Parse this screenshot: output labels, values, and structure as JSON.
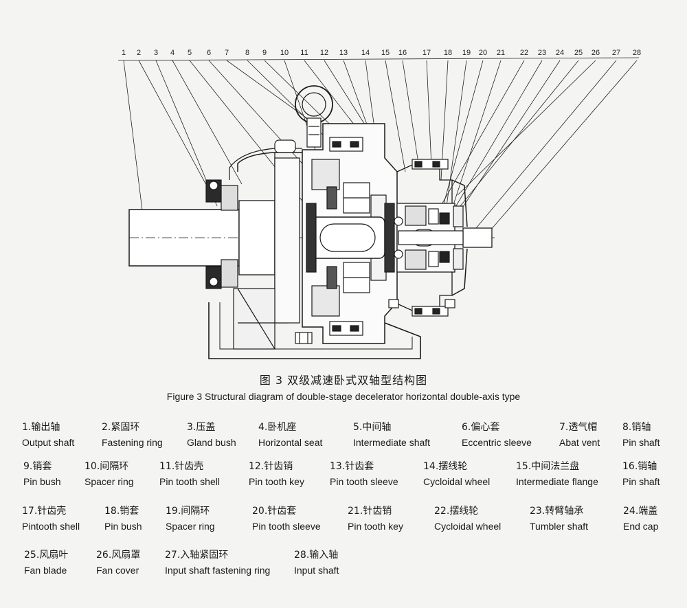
{
  "figure": {
    "caption_cn": "图 3 双级减速卧式双轴型结构图",
    "caption_en": "Figure 3 Structural diagram of double-stage decelerator horizontal double-axis type"
  },
  "callout_numbers": [
    "1",
    "2",
    "3",
    "4",
    "5",
    "6",
    "7",
    "8",
    "9",
    "10",
    "11",
    "12",
    "13",
    "14",
    "15",
    "16",
    "17",
    "18",
    "19",
    "20",
    "21",
    "22",
    "23",
    "24",
    "25",
    "26",
    "27",
    "28"
  ],
  "parts": [
    {
      "cn": "1.输出轴",
      "en": "Output shaft"
    },
    {
      "cn": "2.紧固环",
      "en": "Fastening ring"
    },
    {
      "cn": "3.压盖",
      "en": "Gland bush"
    },
    {
      "cn": "4.卧机座",
      "en": "Horizontal seat"
    },
    {
      "cn": "5.中间轴",
      "en": "Intermediate shaft"
    },
    {
      "cn": "6.偏心套",
      "en": "Eccentric sleeve"
    },
    {
      "cn": "7.透气帽",
      "en": "Abat vent"
    },
    {
      "cn": "8.销轴",
      "en": "Pin shaft"
    },
    {
      "cn": "9.销套",
      "en": "Pin bush"
    },
    {
      "cn": "10.间隔环",
      "en": "Spacer ring"
    },
    {
      "cn": "11.针齿壳",
      "en": "Pin tooth shell"
    },
    {
      "cn": "12.针齿销",
      "en": "Pin tooth key"
    },
    {
      "cn": "13.针齿套",
      "en": "Pin tooth sleeve"
    },
    {
      "cn": "14.摆线轮",
      "en": "Cycloidal wheel"
    },
    {
      "cn": "15.中间法兰盘",
      "en": "Intermediate flange"
    },
    {
      "cn": "16.销轴",
      "en": "Pin shaft"
    },
    {
      "cn": "17.针齿壳",
      "en": "Pintooth shell"
    },
    {
      "cn": "18.销套",
      "en": "Pin bush"
    },
    {
      "cn": "19.间隔环",
      "en": "Spacer ring"
    },
    {
      "cn": "20.针齿套",
      "en": "Pin tooth sleeve"
    },
    {
      "cn": "21.针齿销",
      "en": "Pin tooth key"
    },
    {
      "cn": "22.摆线轮",
      "en": "Cycloidal wheel"
    },
    {
      "cn": "23.转臂轴承",
      "en": "Tumbler shaft"
    },
    {
      "cn": "24.端盖",
      "en": "End cap"
    },
    {
      "cn": "25.风扇叶",
      "en": "Fan blade"
    },
    {
      "cn": "26.风扇罩",
      "en": "Fan cover"
    },
    {
      "cn": "27.入轴紧固环",
      "en": "Input shaft fastening ring"
    },
    {
      "cn": "28.输入轴",
      "en": "Input shaft"
    }
  ]
}
